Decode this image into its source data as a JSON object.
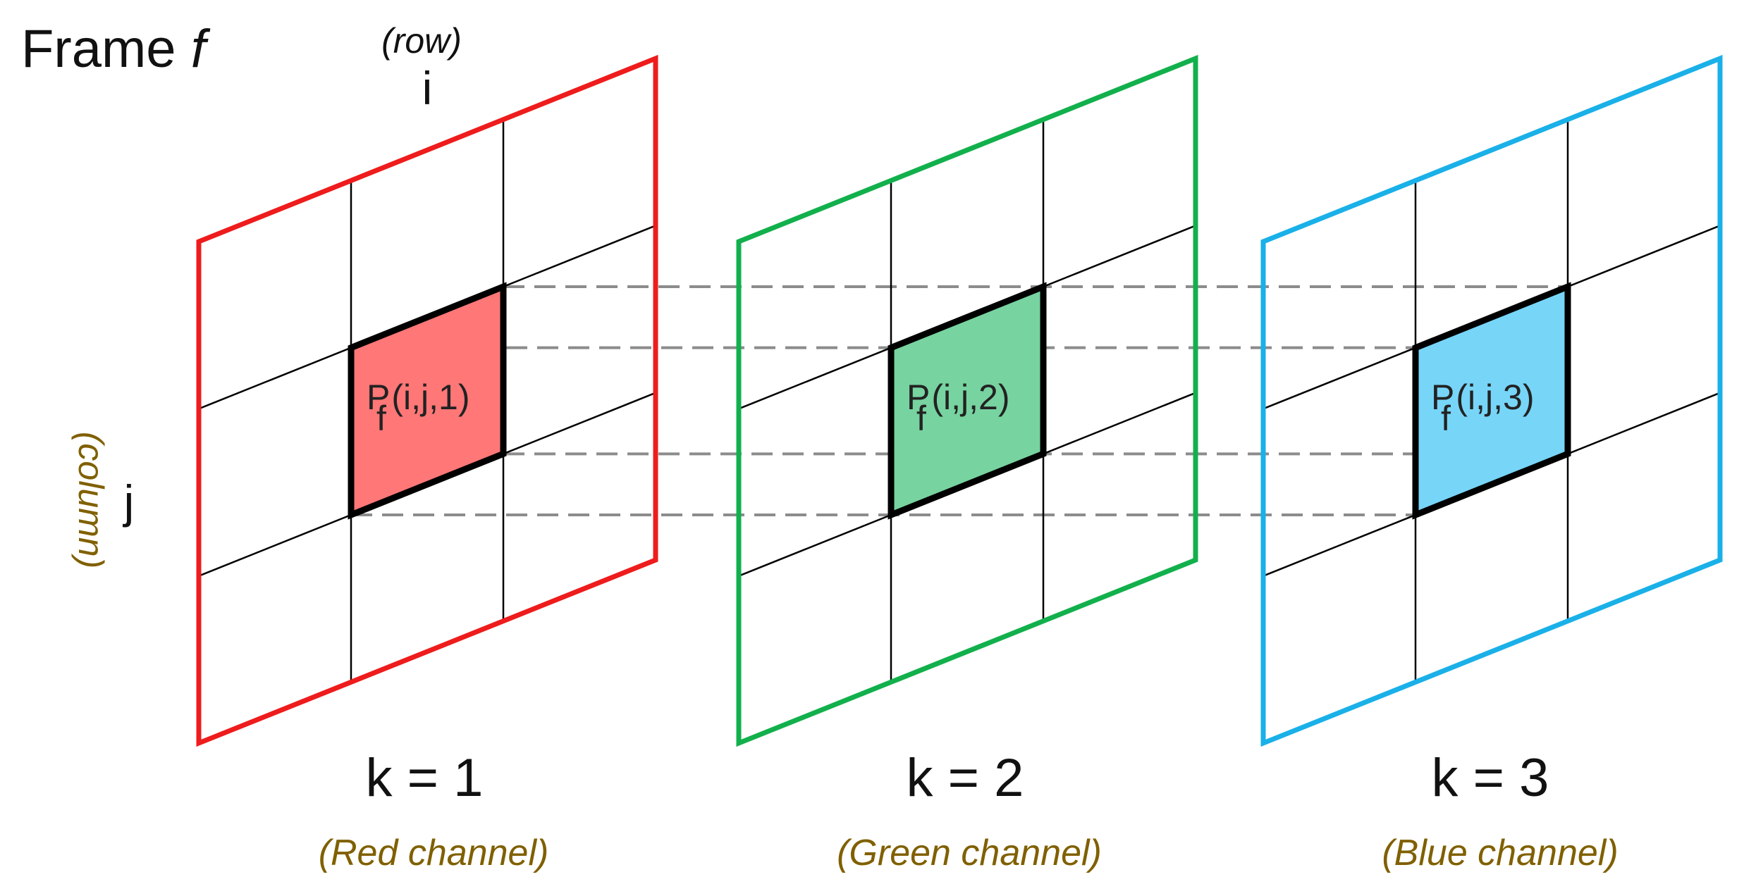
{
  "frame": {
    "label": "Frame ",
    "var": "f"
  },
  "row_axis": {
    "note": "(row)",
    "symbol": "i"
  },
  "column_axis": {
    "note": "(column)",
    "symbol": "j"
  },
  "pixel_label": {
    "base": "P",
    "sub": "f"
  },
  "channels": [
    {
      "k_label": "k = 1",
      "name": "(Red channel)",
      "pixel_args": "(i,j,1)",
      "border_color": "#ee1c1c",
      "fill_color": "#ff7777"
    },
    {
      "k_label": "k = 2",
      "name": "(Green channel)",
      "pixel_args": "(i,j,2)",
      "border_color": "#12b04c",
      "fill_color": "#77d3a0"
    },
    {
      "k_label": "k = 3",
      "name": "(Blue channel)",
      "pixel_args": "(i,j,3)",
      "border_color": "#1ab0e8",
      "fill_color": "#77d5f8"
    }
  ]
}
